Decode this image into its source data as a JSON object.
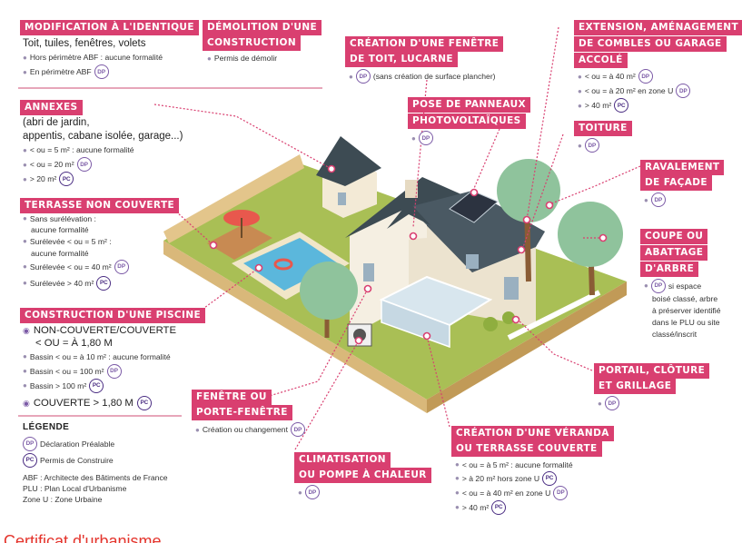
{
  "badges": {
    "dp": "DP",
    "pc": "PC"
  },
  "colors": {
    "accent": "#d93f70",
    "badge": "#7b5aa6",
    "grass": "#a9bf55",
    "roof": "#3d4b53",
    "tree": "#8fc39c"
  },
  "sections": {
    "modification": {
      "title": "Modification à l'identique",
      "sub": "Toit, tuiles, fenêtres, volets",
      "items": [
        "Hors périmètre ABF : aucune formalité",
        "En périmètre ABF"
      ]
    },
    "demolition": {
      "title1": "Démolition d'une",
      "title2": "construction",
      "items": [
        "Permis de démolir"
      ]
    },
    "fenetre_toit": {
      "title1": "Création d'une fenêtre",
      "title2": "de toit, lucarne",
      "items": [
        "(sans création de surface plancher)"
      ]
    },
    "extension": {
      "title1": "Extension, aménagement",
      "title2": "de combles ou garage",
      "title3": "accolé",
      "items": [
        "< ou = à 40 m²",
        "< ou = à 20 m² en zone U",
        "> 40 m²"
      ]
    },
    "annexes": {
      "title": "Annexes",
      "sub1": "(abri de jardin,",
      "sub2": "appentis, cabane isolée, garage...)",
      "items": [
        "< ou = 5 m² : aucune formalité",
        "< ou = 20 m²",
        "> 20 m²"
      ]
    },
    "panneaux": {
      "title1": "Pose de panneaux",
      "title2": "photovoltaïques"
    },
    "toiture": {
      "title": "Toiture"
    },
    "ravalement": {
      "title1": "Ravalement",
      "title2": "de façade"
    },
    "terrasse": {
      "title": "Terrasse non couverte",
      "items": [
        "Sans surélévation :",
        "aucune formalité",
        "Surélevée < ou = 5 m² :",
        "aucune formalité",
        "Surélevée < ou = 40 m²",
        "Surélevée > 40 m²"
      ]
    },
    "coupe": {
      "title1": "Coupe ou",
      "title2": "abattage",
      "title3": "d'arbre",
      "items": [
        "si espace",
        "boisé classé, arbre",
        "à préserver identifié",
        "dans le PLU ou site",
        "classé/inscrit"
      ]
    },
    "piscine": {
      "title": "Construction d'une piscine",
      "big1": "Non-couverte/couverte",
      "big2": "< ou = à 1,80 m",
      "items": [
        "Bassin < ou = à 10 m² : aucune formalité",
        "Bassin < ou = 100 m²",
        "Bassin > 100 m²"
      ],
      "big3": "Couverte > 1,80 m"
    },
    "portail": {
      "title1": "Portail, clôture",
      "title2": "et grillage"
    },
    "porte_fenetre": {
      "title1": "Fenêtre ou",
      "title2": "porte-fenêtre",
      "items": [
        "Création ou changement"
      ]
    },
    "veranda": {
      "title1": "Création d'une véranda",
      "title2": "ou terrasse couverte",
      "items": [
        "< ou = à 5 m² : aucune formalité",
        "> à 20 m² hors zone U",
        "< ou = à 40 m² en zone U",
        "> 40 m²"
      ]
    },
    "climatisation": {
      "title1": "Climatisation",
      "title2": "ou pompe à chaleur"
    }
  },
  "legend": {
    "title": "Légende",
    "dp": "Déclaration Préalable",
    "pc": "Permis de Construire",
    "abf": "ABF : Architecte des Bâtiments de France",
    "plu": "PLU : Plan Local d'Urbanisme",
    "zone": "Zone U : Zone Urbaine"
  },
  "footer": {
    "text": "Certificat d'urbanisme"
  }
}
